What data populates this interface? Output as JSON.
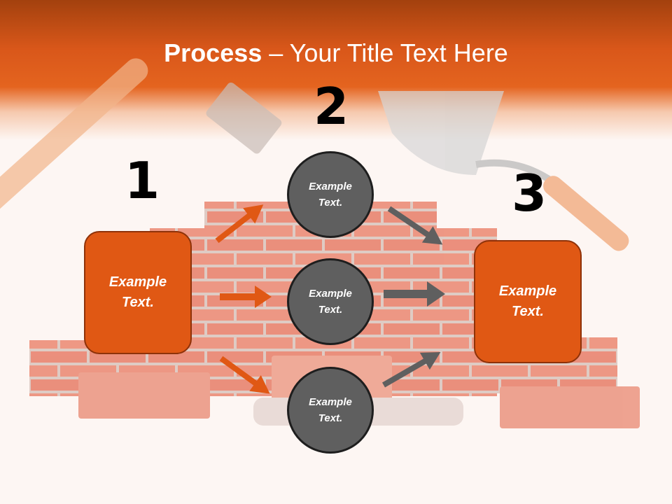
{
  "title": {
    "bold": "Process",
    "rest": " – Your Title Text Here"
  },
  "steps": {
    "one": "1",
    "two": "2",
    "three": "3"
  },
  "left_box": {
    "line1": "Example",
    "line2": "Text."
  },
  "right_box": {
    "line1": "Example",
    "line2": "Text."
  },
  "circles": [
    {
      "line1": "Example",
      "line2": "Text."
    },
    {
      "line1": "Example",
      "line2": "Text."
    },
    {
      "line1": "Example",
      "line2": "Text."
    }
  ],
  "colors": {
    "accent": "#e05814",
    "dark": "#5f5f5f",
    "header": "#d9571a"
  },
  "icons": [
    "hammer-icon",
    "trowel-icon",
    "brick-wall-icon"
  ]
}
